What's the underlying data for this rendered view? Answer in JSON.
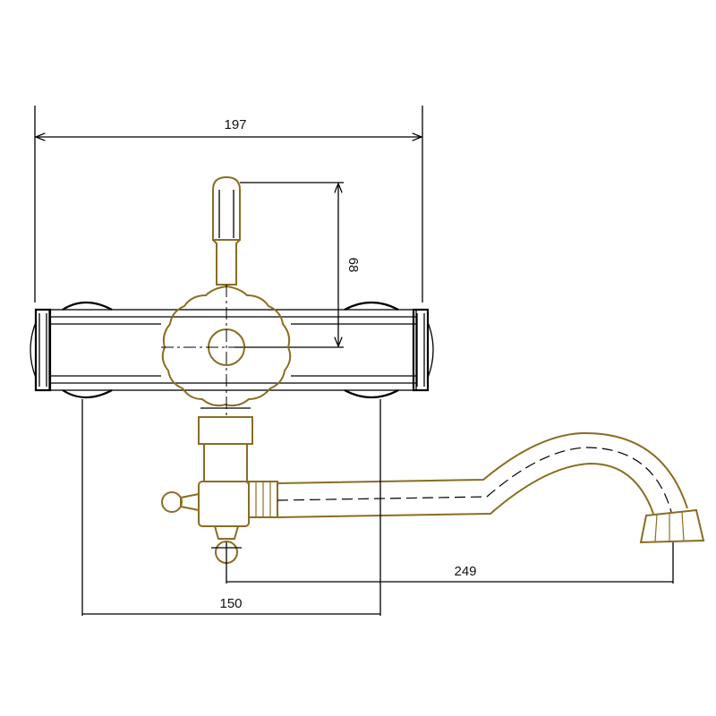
{
  "drawing": {
    "outline_color": "#8a6d22",
    "line_color": "#000000",
    "background": "#ffffff"
  },
  "dimensions": {
    "overall_width": "197",
    "handle_height": "68",
    "center_distance": "150",
    "spout_reach": "249"
  }
}
